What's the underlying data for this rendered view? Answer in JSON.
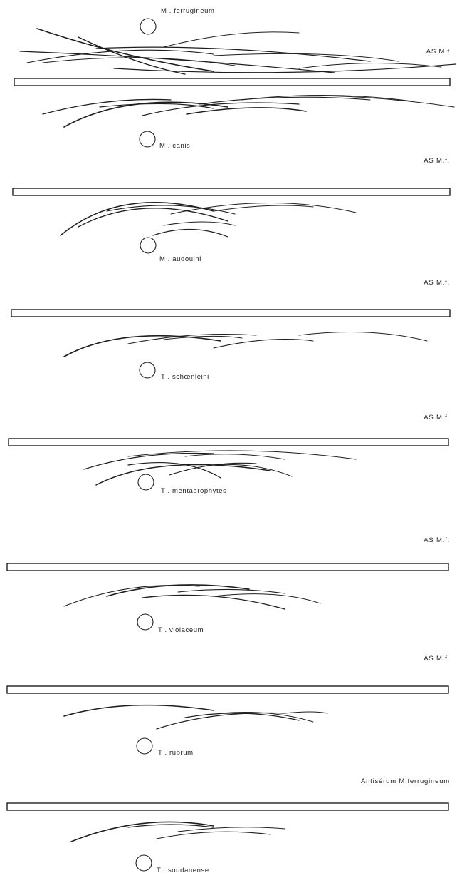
{
  "colors": {
    "ink": "#1e1e1e",
    "background": "#ffffff"
  },
  "antigens": [
    {
      "id": "m-ferrugineum",
      "label": "M . ferrugineum"
    },
    {
      "id": "m-canis",
      "label": "M . canis"
    },
    {
      "id": "m-audouini",
      "label": "M . audouini"
    },
    {
      "id": "t-schoenleini",
      "label": "T . schœnleini"
    },
    {
      "id": "t-mentagrophytes",
      "label": "T . mentagrophytes"
    },
    {
      "id": "t-violaceum",
      "label": "T . violaceum"
    },
    {
      "id": "t-rubrum",
      "label": "T . rubrum"
    },
    {
      "id": "t-soudanense",
      "label": "T . soudanense"
    }
  ],
  "antiserum_labels": [
    "AS M.f",
    "AS M.f.",
    "AS M.f.",
    "AS M.f.",
    "AS M.f.",
    "AS M.f.",
    "Antisérum M.ferrugineum"
  ]
}
